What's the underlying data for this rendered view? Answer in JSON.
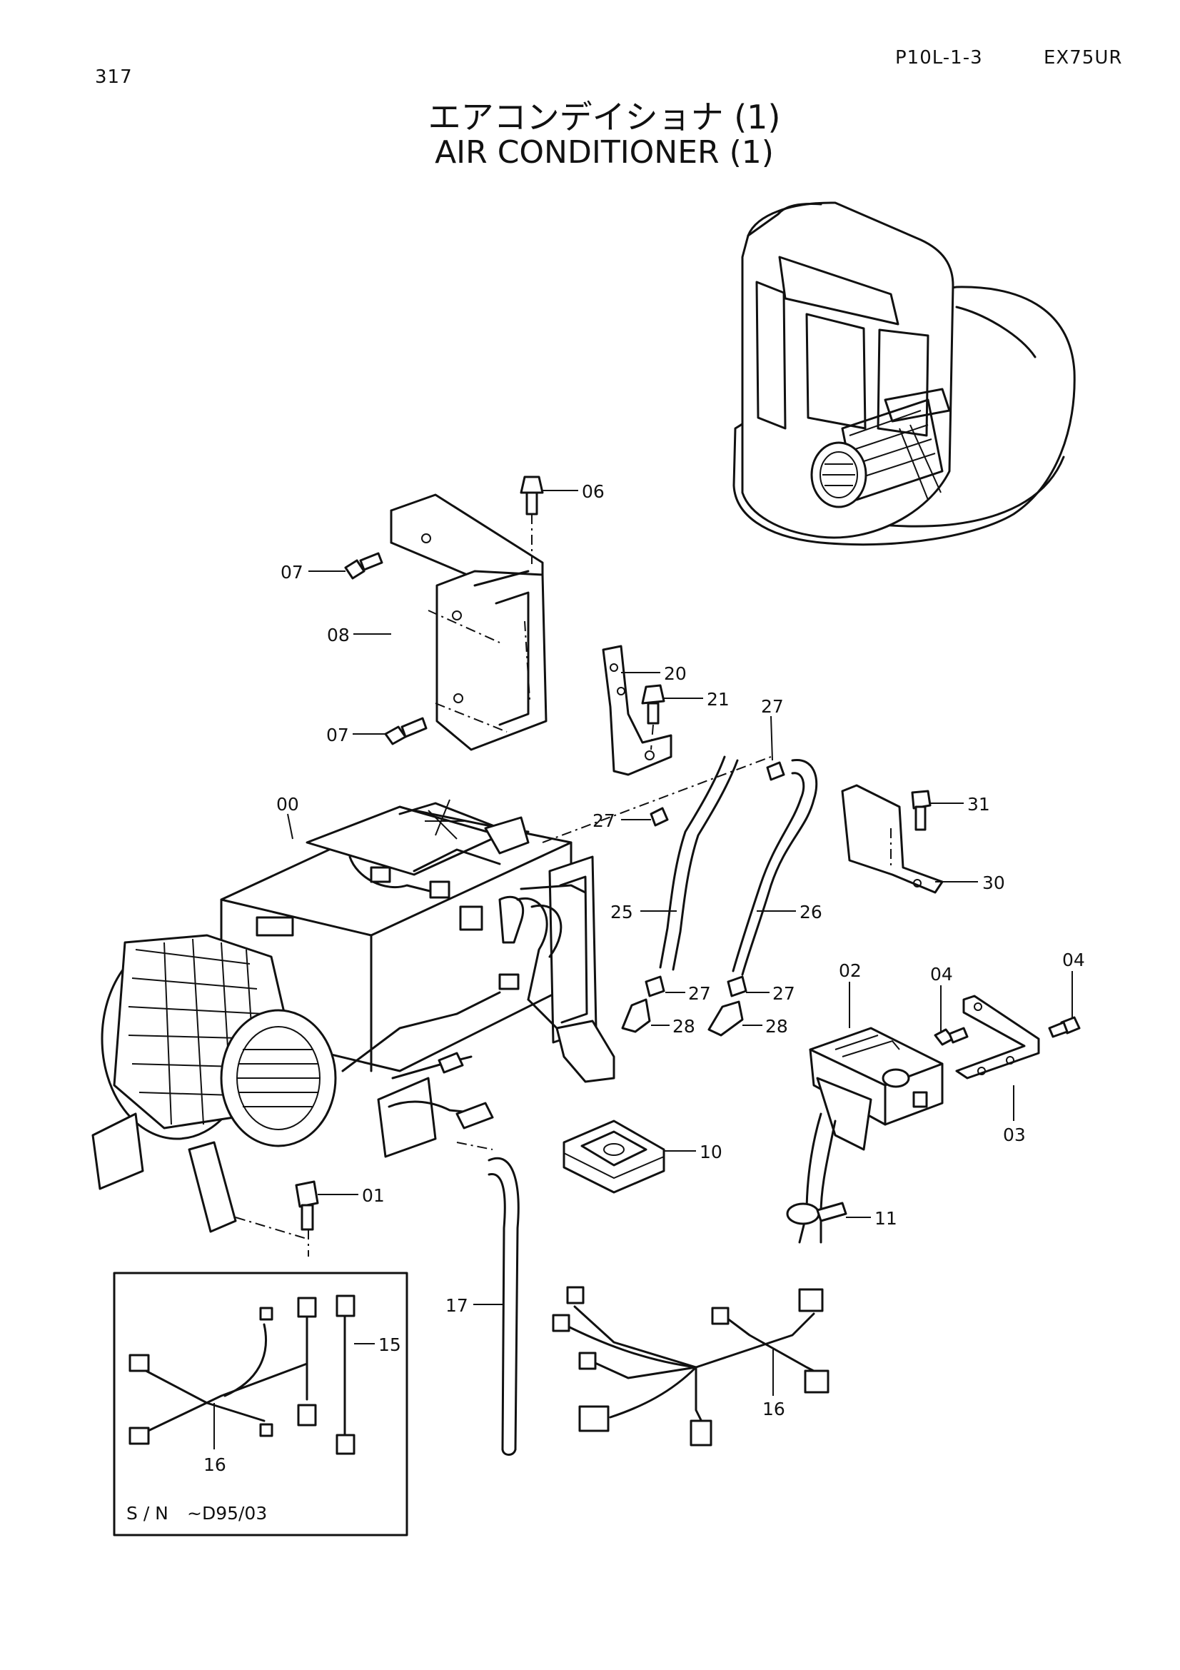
{
  "header": {
    "page_number": "317",
    "ref_code": "P10L-1-3",
    "model": "EX75UR"
  },
  "title": {
    "japanese": "エアコンデイショナ (1)",
    "english": "AIR CONDITIONER (1)"
  },
  "callouts": {
    "p00": "00",
    "p01": "01",
    "p02": "02",
    "p03": "03",
    "p04a": "04",
    "p04b": "04",
    "p06": "06",
    "p07a": "07",
    "p07b": "07",
    "p08": "08",
    "p10": "10",
    "p11": "11",
    "p15": "15",
    "p16a": "16",
    "p16b": "16",
    "p17": "17",
    "p20": "20",
    "p21": "21",
    "p25": "25",
    "p26": "26",
    "p27a": "27",
    "p27b": "27",
    "p27c": "27",
    "p27d": "27",
    "p28a": "28",
    "p28b": "28",
    "p30": "30",
    "p31": "31"
  },
  "inset": {
    "serial_label": "S / N",
    "serial_value": "~D95/03"
  }
}
